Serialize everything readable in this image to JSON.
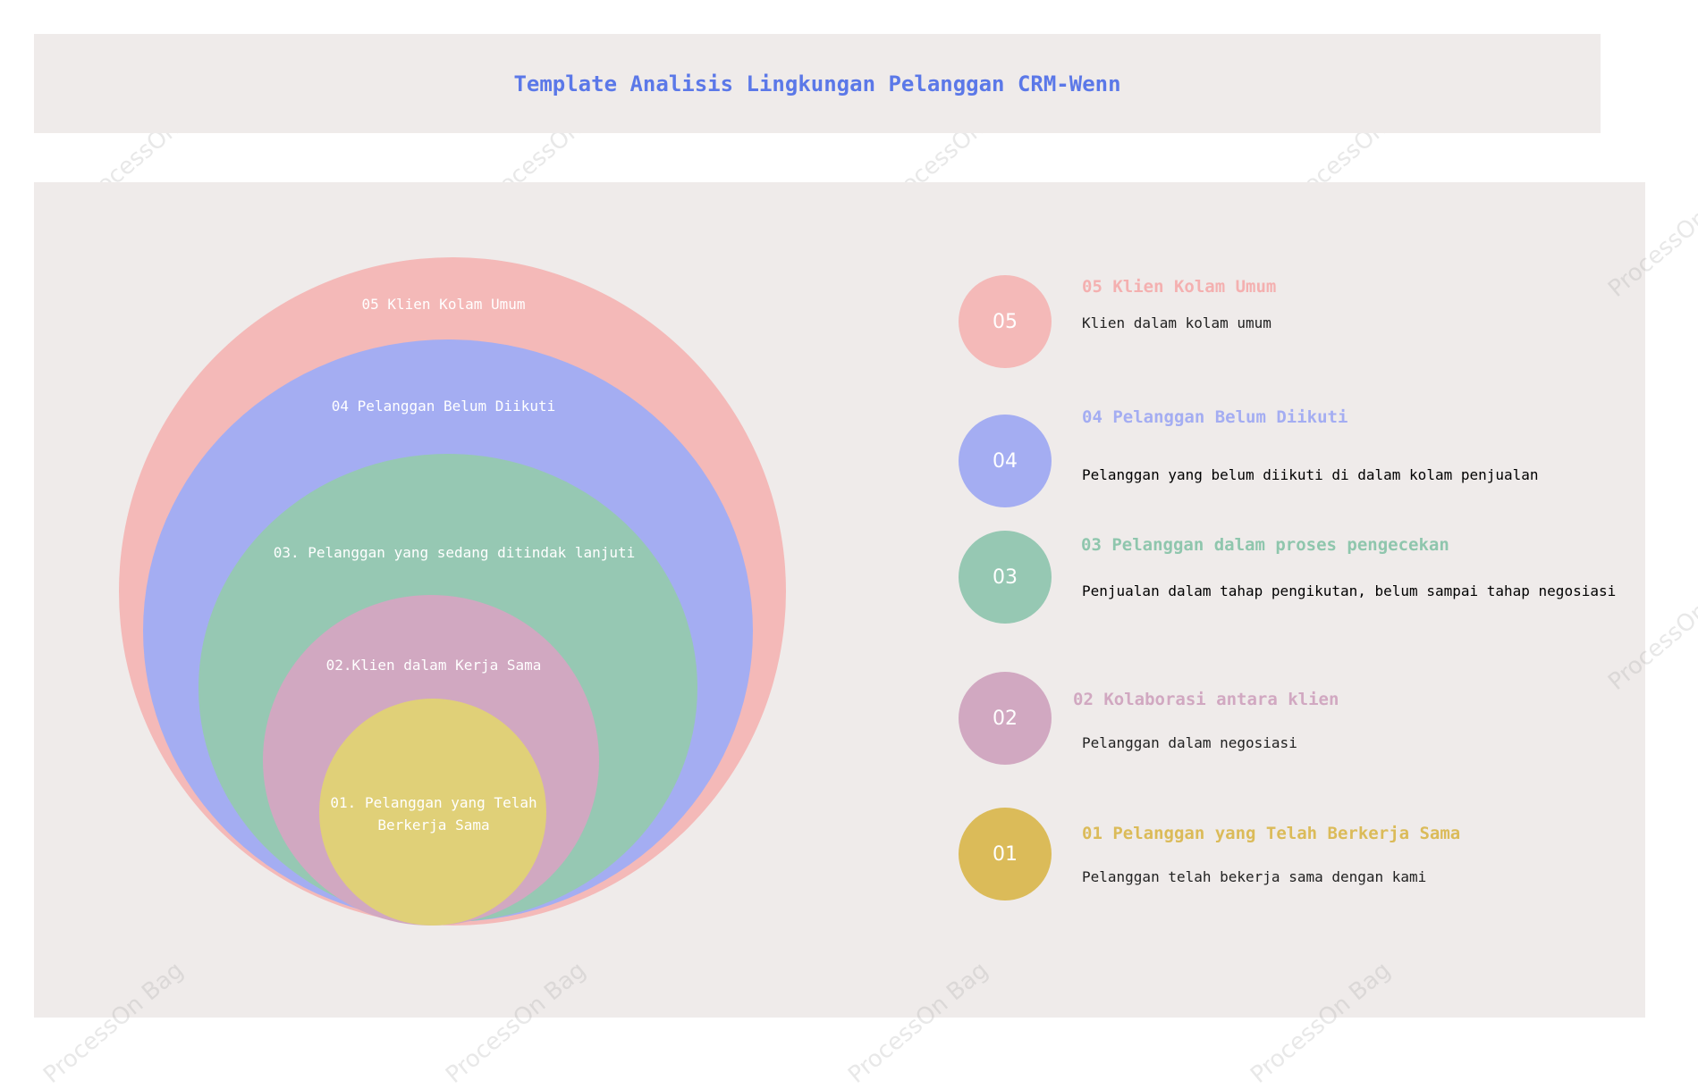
{
  "header": {
    "title": "Template Analisis Lingkungan Pelanggan CRM-Wenn"
  },
  "watermark": {
    "text": "ProcessOn Bag"
  },
  "colors": {
    "layer05": "#f4b9b8",
    "layer04": "#a4adf2",
    "layer03": "#96c8b3",
    "layer02": "#d1a8c1",
    "layer01": "#e0d078",
    "badge01": "#dbbb59",
    "title05": "#f4b0b0",
    "title04": "#a4adf2",
    "title03": "#8fc6ad",
    "title02": "#d1a8c1",
    "title01": "#dbbb59"
  },
  "venn": {
    "layers": [
      {
        "id": "05",
        "label": "05 Klien Kolam Umum"
      },
      {
        "id": "04",
        "label": "04 Pelanggan Belum Diikuti"
      },
      {
        "id": "03",
        "label": "03. Pelanggan yang sedang ditindak lanjuti"
      },
      {
        "id": "02",
        "label": "02.Klien dalam Kerja Sama"
      },
      {
        "id": "01",
        "label": "01. Pelanggan yang Telah Berkerja Sama"
      }
    ]
  },
  "legend": [
    {
      "num": "05",
      "title": "05 Klien Kolam Umum",
      "desc": "Klien dalam kolam umum"
    },
    {
      "num": "04",
      "title": "04 Pelanggan Belum Diikuti",
      "desc": "Pelanggan yang belum diikuti di dalam kolam penjualan"
    },
    {
      "num": "03",
      "title": "03 Pelanggan dalam proses pengecekan",
      "desc": "Penjualan dalam tahap pengikutan, belum sampai tahap negosiasi"
    },
    {
      "num": "02",
      "title": "02 Kolaborasi antara klien",
      "desc": "Pelanggan dalam negosiasi"
    },
    {
      "num": "01",
      "title": "01 Pelanggan yang Telah Berkerja Sama",
      "desc": "Pelanggan telah bekerja sama dengan kami"
    }
  ]
}
